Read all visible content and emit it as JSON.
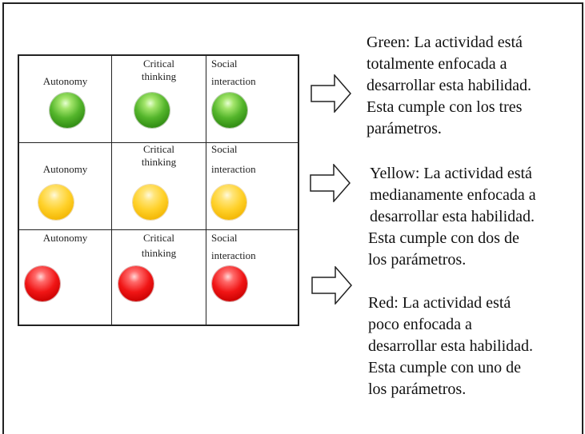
{
  "labels": {
    "autonomy": "Autonomy",
    "critical_1": "Critical",
    "critical_2": "thinking",
    "social_1": "Social",
    "social_2": "interaction"
  },
  "rows": [
    {
      "color": "green",
      "hex": "#3fa01d"
    },
    {
      "color": "yellow",
      "hex": "#ffcc00"
    },
    {
      "color": "red",
      "hex": "#e00000"
    }
  ],
  "descriptions": {
    "green": [
      "Green: La actividad está",
      "totalmente enfocada a",
      "desarrollar esta habilidad.",
      "Esta cumple con los tres",
      "parámetros."
    ],
    "yellow": [
      "Yellow: La actividad está",
      "medianamente enfocada a",
      "desarrollar esta habilidad.",
      "Esta cumple con dos de",
      "los parámetros."
    ],
    "red": [
      "Red: La actividad está",
      "poco enfocada a",
      "desarrollar esta habilidad.",
      "Esta cumple con uno de",
      "los parámetros."
    ]
  }
}
